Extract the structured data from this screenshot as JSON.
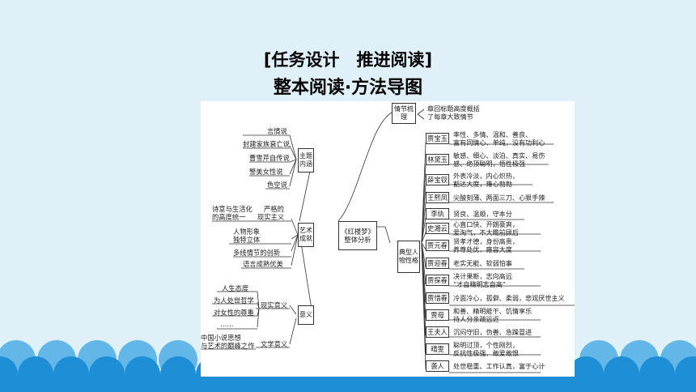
{
  "heading": {
    "line1": "[任务设计　推进阅读]",
    "line2": "整本阅读·方法导图"
  },
  "colors": {
    "background": "#dff0f9",
    "wave": "#1e8fd6",
    "wave_light": "#62b7e8"
  },
  "mindmap": {
    "center": "《红楼梦》整体分析",
    "theme": {
      "label": "主题内涵",
      "items": [
        "言情说",
        "封建家族衰亡说",
        "曹雪芹自传说",
        "警美女性说",
        "色空说"
      ]
    },
    "art": {
      "label": "艺术成就",
      "items": [
        {
          "line1": "诗意与生活化",
          "line2": "的高度统一"
        },
        {
          "line1": "严格的",
          "line2": "现实主义"
        },
        {
          "line1": "人物形象",
          "line2": "独特立体"
        },
        {
          "line1": "多线情节的创新",
          "line2": ""
        },
        {
          "line1": "语言成熟优美",
          "line2": ""
        }
      ]
    },
    "meaning": {
      "label": "意义",
      "realistic_label": "现实意义",
      "realistic_items": [
        "人生态度",
        "为人处世哲学",
        "对女性的尊重",
        "……"
      ],
      "literary_label": "文学意义",
      "literary_items": [
        {
          "line1": "中国小说思想",
          "line2": "与艺术的巅峰之作"
        }
      ]
    },
    "plot": {
      "label": "情节梳理",
      "desc_line1": "章回标题高度概括",
      "desc_line2": "了每章大致情节"
    },
    "characters": {
      "label": "典型人物性格",
      "list": [
        {
          "name": "贾宝玉",
          "line1": "率性、多情、温和、善良、",
          "line2": "富有同情心、单纯，没有功利心"
        },
        {
          "name": "林黛玉",
          "line1": "敏感、细心、淡泊、真实、易伤",
          "line2": "感、绝顶聪明，悟性极强"
        },
        {
          "name": "薛宝钗",
          "line1": "外表冷淡，内心炽热，",
          "line2": "豁达大度，雍心勃勃"
        },
        {
          "name": "王熙凤",
          "line1": "尖酸刻薄、两面三刀、心狠手辣",
          "line2": ""
        },
        {
          "name": "李纨",
          "line1": "贤良、温顺，守本分",
          "line2": ""
        },
        {
          "name": "史湘云",
          "line1": "心直口快、开朗豪爽，",
          "line2": "爱淘气，不大瞻前顾后"
        },
        {
          "name": "贾元春",
          "line1": "贤孝才德，身份高贵，",
          "line2": "养尊处优，雍容大度"
        },
        {
          "name": "贾迎春",
          "line1": "老实无能、软弱怕事",
          "line2": ""
        },
        {
          "name": "贾探春",
          "line1": "决计果断，志向高远",
          "line2": "“才自精明志自高”"
        },
        {
          "name": "贾惜春",
          "line1": "冷面冷心，孤僻、柔弱，悲观厌世主义",
          "line2": ""
        },
        {
          "name": "贾母",
          "line1": "和善、精明能干、饥情享乐",
          "line2": "待人分亲疏远近"
        },
        {
          "name": "王夫人",
          "line1": "沉闷守旧，伪善、急躁冒进",
          "line2": ""
        },
        {
          "name": "晴雯",
          "line1": "聪明过顶，个性刚烈，",
          "line2": "反抗性极强，敢爱敢恨"
        },
        {
          "name": "袭人",
          "line1": "处世稳重、工作认真，富于心计",
          "line2": ""
        }
      ]
    }
  }
}
